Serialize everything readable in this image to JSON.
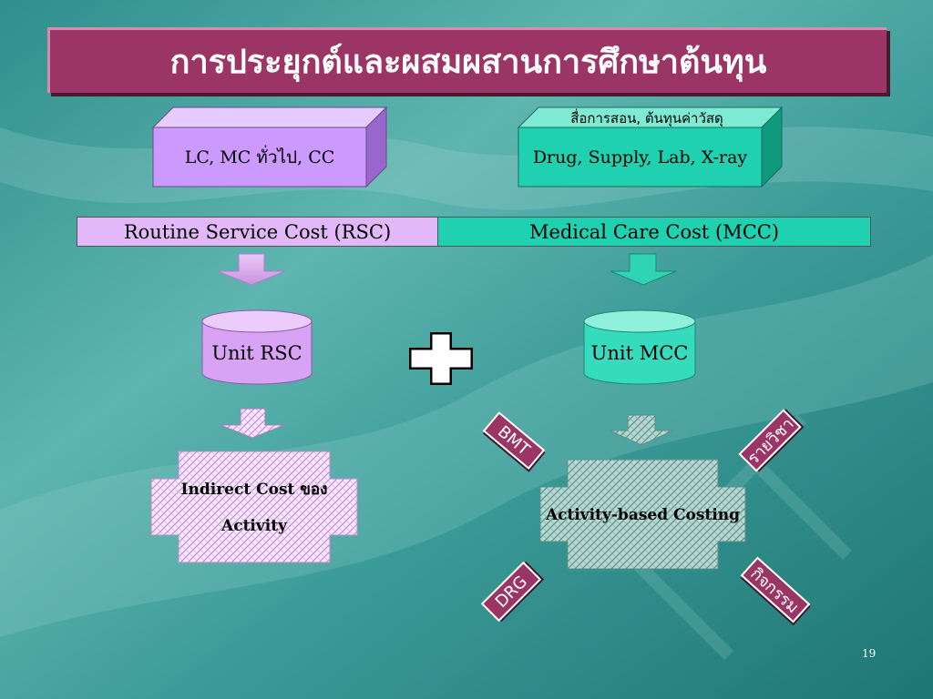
{
  "title": "การประยุกต์และผสมผสานการศึกษาต้นทุน",
  "rsc_box": {
    "label": "LC, MC ทั่วไป, CC"
  },
  "mcc_box": {
    "note": "สื่อการสอน, ต้นทุนค่าวัสดุ",
    "label": "Drug, Supply, Lab, X-ray"
  },
  "bars": {
    "rsc": "Routine Service Cost (RSC)",
    "mcc": "Medical Care Cost (MCC)"
  },
  "unit_rsc": "Unit RSC",
  "unit_mcc": "Unit MCC",
  "indirect": {
    "line1": "Indirect Cost ของ",
    "line2": "Activity"
  },
  "abc": "Activity-based Costing",
  "tags": {
    "bmt": "BMT",
    "rajvicha": "รายวิชา",
    "drg": "DRG",
    "kijkam": "กิจกรรม"
  },
  "page_number": "19",
  "colors": {
    "banner": "#9b3566",
    "lavender": "#cc99ff",
    "teal": "#1fd1b0",
    "tag": "#9b3566"
  }
}
